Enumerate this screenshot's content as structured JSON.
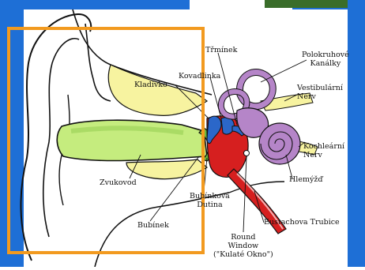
{
  "labels": {
    "kladivko": "Kladívko",
    "kovadlinka": "Kovadlinka",
    "trminek": "Třmínek",
    "polokruhove": "Polokruhové\nKanálky",
    "vestibularni": "Vestibulární\nNerv",
    "kochlearni": "Kochleární\nNerv",
    "hlemyzd": "Hlemýžď",
    "zvukovod": "Zvukovod",
    "bubinkova_dutina": "Bubínková\nDutina",
    "eustachova": "Eustachova Trubice",
    "round_window": "Round\nWindow\n(\"Kulaté Okno\")",
    "bubinek": "Bubínek"
  },
  "colors": {
    "frame": "#f29a1f",
    "panel_blue": "#1e6fd6",
    "yellow": "#f7f3a0",
    "green": "#c5ec7e",
    "red": "#d61f1f",
    "purple": "#b585c8",
    "blue_bones": "#2b67c9"
  }
}
